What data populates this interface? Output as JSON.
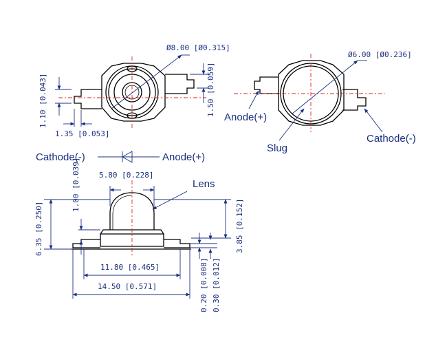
{
  "top_left_view": {
    "outer_diameter": "Ø8.00 [Ø0.315]",
    "lead_height": "1.10 [0.043]",
    "lead_offset": "1.35 [0.053]",
    "body_offset": "1.50 [0.059]"
  },
  "top_right_view": {
    "slug_diameter": "Ø6.00 [Ø0.236]",
    "anode_label": "Anode(+)",
    "slug_label": "Slug",
    "cathode_label": "Cathode(-)"
  },
  "polarity_symbol": {
    "cathode_label": "Cathode(-)",
    "anode_label": "Anode(+)"
  },
  "side_view": {
    "lens_width": "5.80 [0.228]",
    "lens_label": "Lens",
    "lens_offset": "1.00 [0.039]",
    "total_height": "6.35 [0.250]",
    "lens_height": "3.85 [0.152]",
    "body_width": "11.80 [0.465]",
    "total_width": "14.50 [0.571]",
    "lead_thickness_a": "0.20 [0.008]",
    "lead_thickness_b": "0.30 [0.012]"
  }
}
